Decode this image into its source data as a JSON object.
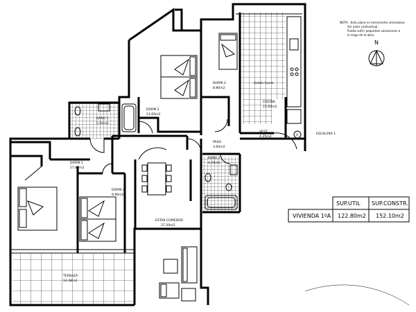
{
  "note": {
    "line1": "NOTA.- Este plano es meramente orientativo.",
    "line2": "Sin valor contractual.",
    "line3": "Puede sufrir pequeñas variaciones a",
    "line4": "lo largo de la obra."
  },
  "north_label": "N",
  "rooms": {
    "dorm2": {
      "name": "DORM.2",
      "area": "13.65m2"
    },
    "dorm3": {
      "name": "DORM.3",
      "area": "8.80m2"
    },
    "cocina": {
      "name": "COCINA",
      "area": "15.60m2"
    },
    "salida_humo": "Salida humo",
    "bano1": {
      "name": "BAÑO 1",
      "area": "5.50m2"
    },
    "vest": {
      "name": "VEST.",
      "area": "4.35m2"
    },
    "escalera": "ESCALERA 1",
    "door_tag": "A",
    "dorm1": {
      "name": "DORM.1",
      "area": "17.85m2"
    },
    "paso": {
      "name": "PASO",
      "area": "3.60m2"
    },
    "bano2": {
      "name": "BAÑO 2",
      "area": "4.25m2"
    },
    "dorm4": {
      "name": "DORM.4",
      "area": "9.90m2"
    },
    "estar": {
      "name": "ESTAR-COMEDOR",
      "area": "27.50m2"
    },
    "terraza": {
      "name": "TERRAZA",
      "area": "14.48m2"
    }
  },
  "table": {
    "col_util": "SUP.UTIL",
    "col_constr": "SUP.CONSTR.",
    "row_label": "VIVIENDA 1ºA",
    "util_value": "122.80m2",
    "constr_value": "152.10m2"
  }
}
